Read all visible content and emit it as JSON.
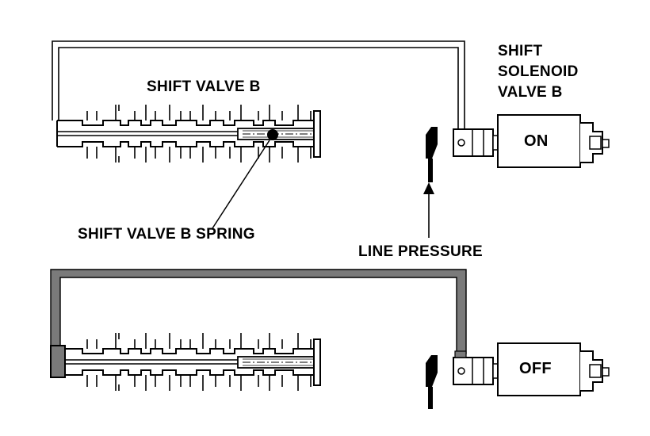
{
  "labels": {
    "shift_valve": "SHIFT VALVE B",
    "solenoid_line1": "SHIFT",
    "solenoid_line2": "SOLENOID",
    "solenoid_line3": "VALVE B",
    "spring": "SHIFT VALVE B SPRING",
    "line_pressure": "LINE PRESSURE",
    "state_on": "ON",
    "state_off": "OFF"
  },
  "colors": {
    "stroke": "#000000",
    "pressurized_fill": "#7a7a7a",
    "background": "#ffffff"
  }
}
